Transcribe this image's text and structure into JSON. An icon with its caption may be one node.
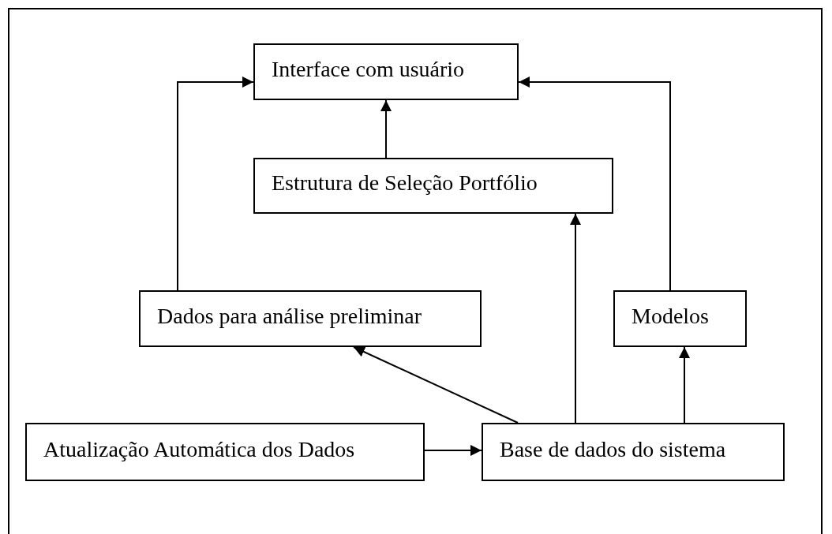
{
  "diagram": {
    "nodes": [
      {
        "text": [
          "Interface com usuário"
        ]
      },
      {
        "text": [
          "Estrutura de Seleção Portfólio"
        ]
      },
      {
        "text": [
          "Dados para análise preliminar"
        ]
      },
      {
        "text": [
          "Modelos"
        ]
      },
      {
        "text": [
          "Atualização Automática dos Dados"
        ]
      },
      {
        "text": [
          "Base de dados do sistema"
        ]
      }
    ],
    "edges": [
      {
        "from": 1,
        "to": 0,
        "arrow": "to"
      },
      {
        "from": 2,
        "to": 0,
        "arrow": "to"
      },
      {
        "from": 3,
        "to": 0,
        "arrow": "to"
      },
      {
        "from": 5,
        "to": 2,
        "arrow": "to"
      },
      {
        "from": 5,
        "to": 1,
        "arrow": "to"
      },
      {
        "from": 5,
        "to": 3,
        "arrow": "to"
      },
      {
        "from": 4,
        "to": 5,
        "arrow": "to"
      }
    ]
  }
}
